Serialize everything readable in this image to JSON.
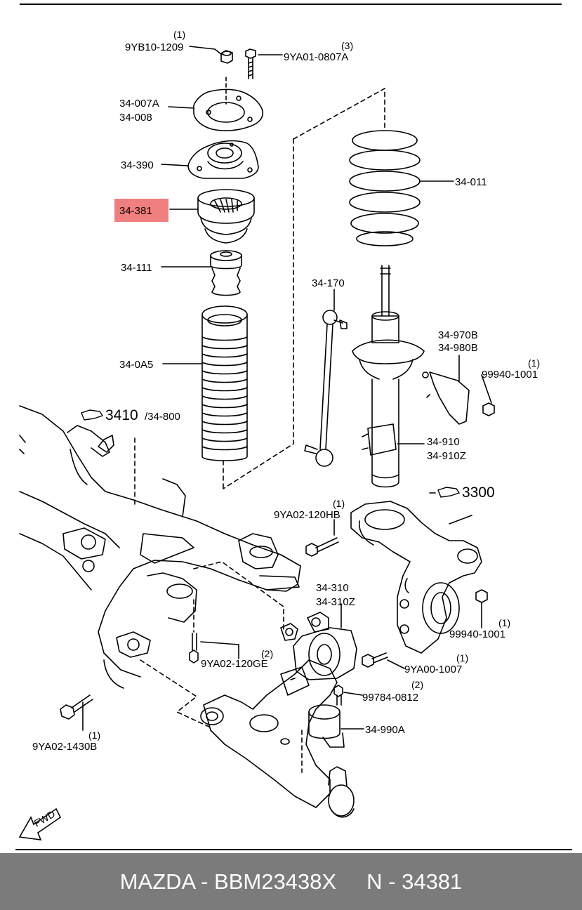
{
  "highlight_color": "#f08080",
  "labels": {
    "nut_top_qty": "(1)",
    "nut_top": "9YB10-1209",
    "bolt_top_qty": "(3)",
    "bolt_top": "9YA01-0807A",
    "mount_plate_a": "34-007A",
    "mount_plate_b": "34-008",
    "mount": "34-390",
    "bearing": "34-381",
    "bump_stop": "34-111",
    "boot": "34-0A5",
    "spring": "34-011",
    "stab_link": "34-170",
    "bracket_a": "34-970B",
    "bracket_b": "34-980B",
    "nut_bracket_qty": "(1)",
    "nut_bracket": "99940-1001",
    "strut_a": "34-910",
    "strut_b": "34-910Z",
    "crossmember_ref": "3410",
    "crossmember_ref2": "/34-800",
    "knuckle_ref": "3300",
    "bolt_120h_qty": "(1)",
    "bolt_120h": "9YA02-120HB",
    "bushing_a": "34-310",
    "bushing_b": "34-310Z",
    "bolt_120g_qty": "(2)",
    "bolt_120g": "9YA02-120GE",
    "nut_knuckle_qty": "(1)",
    "nut_knuckle": "99940-1001",
    "bolt_1007_qty": "(1)",
    "bolt_1007": "9YA00-1007",
    "bolt_0812_qty": "(2)",
    "bolt_0812": "99784-0812",
    "bushing_rear": "34-990A",
    "bolt_1430_qty": "(1)",
    "bolt_1430": "9YA02-1430B",
    "fwd": "FWD"
  },
  "footer": {
    "text": "MAZDA - BBM23438X     N - 34381"
  }
}
